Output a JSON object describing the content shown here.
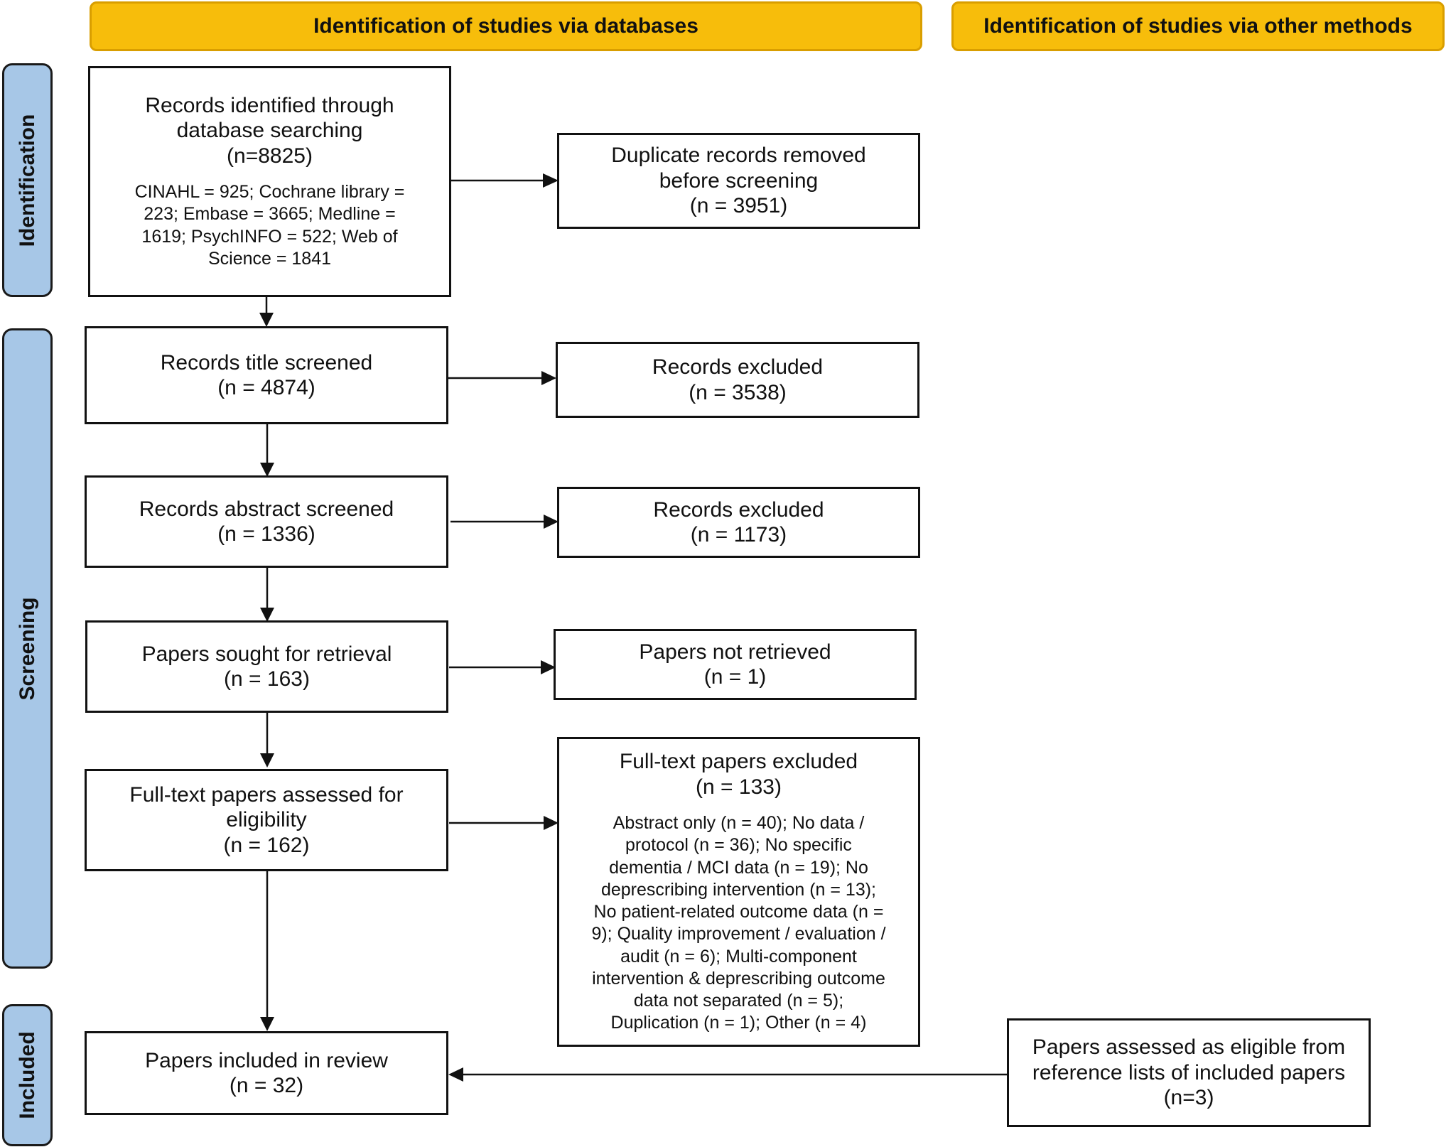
{
  "headers": {
    "databases": "Identification of studies via databases",
    "other_methods": "Identification of studies via other methods"
  },
  "phases": {
    "identification": "Identification",
    "screening": "Screening",
    "included": "Included"
  },
  "boxes": {
    "records_identified": {
      "main": "Records identified through\ndatabase searching\n(n=8825)",
      "detail": "CINAHL = 925; Cochrane library =\n223; Embase = 3665; Medline =\n1619; PsychINFO = 522; Web of\nScience = 1841"
    },
    "duplicates_removed": {
      "main": "Duplicate records removed\nbefore screening\n(n = 3951)"
    },
    "title_screened": {
      "main": "Records title screened\n(n = 4874)"
    },
    "title_excluded": {
      "main": "Records excluded\n(n = 3538)"
    },
    "abstract_screened": {
      "main": "Records abstract screened\n(n = 1336)"
    },
    "abstract_excluded": {
      "main": "Records excluded\n(n = 1173)"
    },
    "sought_retrieval": {
      "main": "Papers sought for retrieval\n(n = 163)"
    },
    "not_retrieved": {
      "main": "Papers not retrieved\n(n = 1)"
    },
    "fulltext_assessed": {
      "main": "Full-text papers assessed for\neligibility\n(n = 162)"
    },
    "fulltext_excluded": {
      "main": "Full-text papers excluded\n(n = 133)",
      "detail": "Abstract only (n = 40); No data /\nprotocol (n = 36); No specific\ndementia / MCI data (n = 19); No\ndeprescribing intervention (n = 13);\nNo patient-related outcome data (n =\n9); Quality improvement / evaluation /\naudit (n = 6); Multi-component\nintervention & deprescribing outcome\ndata not separated (n = 5);\nDuplication (n = 1); Other (n = 4)"
    },
    "included_review": {
      "main": "Papers included in review\n(n = 32)"
    },
    "reference_lists": {
      "main": "Papers assessed as eligible from\nreference lists of included papers\n(n=3)"
    }
  },
  "colors": {
    "header_fill": "#f7bd0b",
    "header_border": "#d99e00",
    "phase_fill": "#a7c7e7",
    "line": "#111111"
  }
}
